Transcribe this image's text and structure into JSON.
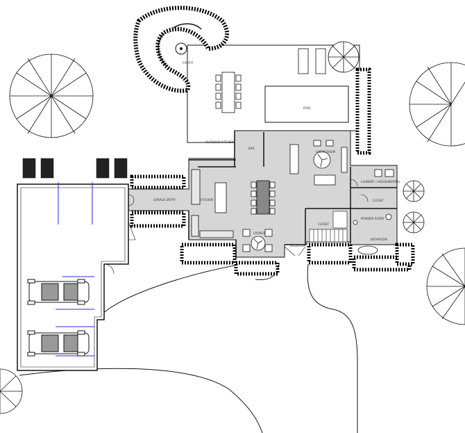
{
  "plan": {
    "rooms": {
      "firepit": "FIREPIT",
      "pool": "POOL",
      "outdoor_kitchen": "OUTDOOR KITCHEN",
      "bar": "BAR",
      "great_room": "GREAT ROOM",
      "garage_entry": "GARAGE ENTRY",
      "kitchen": "KITCHEN",
      "lounge": "LOUNGE",
      "mudroom": "MUDROOM",
      "closet": "CLOSET",
      "closet_2": "CLOSET",
      "powder_room": "POWDER ROOM",
      "bathroom": "BATHROOM",
      "laundry": "LAUNDRY / HOUSEKEEPING"
    },
    "colors": {
      "floor": "#d6d6d6",
      "lines": "#111111",
      "ground": "#ffffff",
      "hedge": "#000000",
      "car_stripe": "#1f2bd6"
    }
  }
}
